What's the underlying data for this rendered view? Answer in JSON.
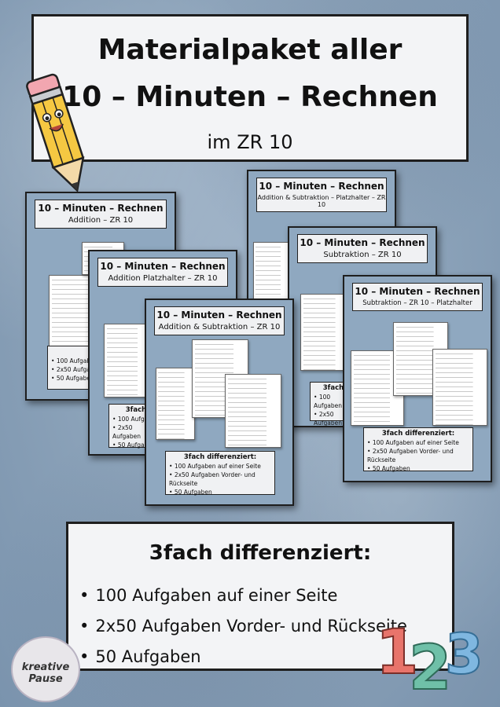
{
  "title": {
    "line1": "Materialpaket aller",
    "line2": "10 – Minuten – Rechnen",
    "line3": "im ZR 10"
  },
  "products": [
    {
      "title": "10 – Minuten – Rechnen",
      "subtitle": "Addition – ZR 10"
    },
    {
      "title": "10 – Minuten – Rechnen",
      "subtitle": "Addition & Subtraktion – Platzhalter – ZR 10"
    },
    {
      "title": "10 – Minuten – Rechnen",
      "subtitle": "Addition Platzhalter – ZR 10"
    },
    {
      "title": "10 – Minuten – Rechnen",
      "subtitle": "Subtraktion – ZR 10"
    },
    {
      "title": "10 – Minuten – Rechnen",
      "subtitle": "Addition & Subtraktion – ZR 10"
    },
    {
      "title": "10 – Minuten – Rechnen",
      "subtitle": "Subtraktion – ZR 10 – Platzhalter"
    }
  ],
  "small_info": {
    "heading": "3fach differenziert:",
    "items": [
      "100 Aufgaben auf einer Seite",
      "2x50 Aufgaben Vorder- und Rückseite",
      "50 Aufgaben"
    ]
  },
  "partial_info": {
    "heading": "3fach",
    "items": [
      "100 Aufgaben",
      "2x50 Aufgaben",
      "50 Aufgaben"
    ]
  },
  "summary": {
    "heading": "3fach differenziert:",
    "items": [
      "100  Aufgaben auf einer Seite",
      "2x50  Aufgaben Vorder- und Rückseite",
      "50  Aufgaben"
    ]
  },
  "numbers": {
    "one": "1",
    "two": "2",
    "three": "3"
  },
  "logo": {
    "line1": "kreative",
    "line2": "Pause"
  },
  "colors": {
    "one": "#e8746b",
    "two": "#6fc0a8",
    "three": "#7fb7e0"
  }
}
